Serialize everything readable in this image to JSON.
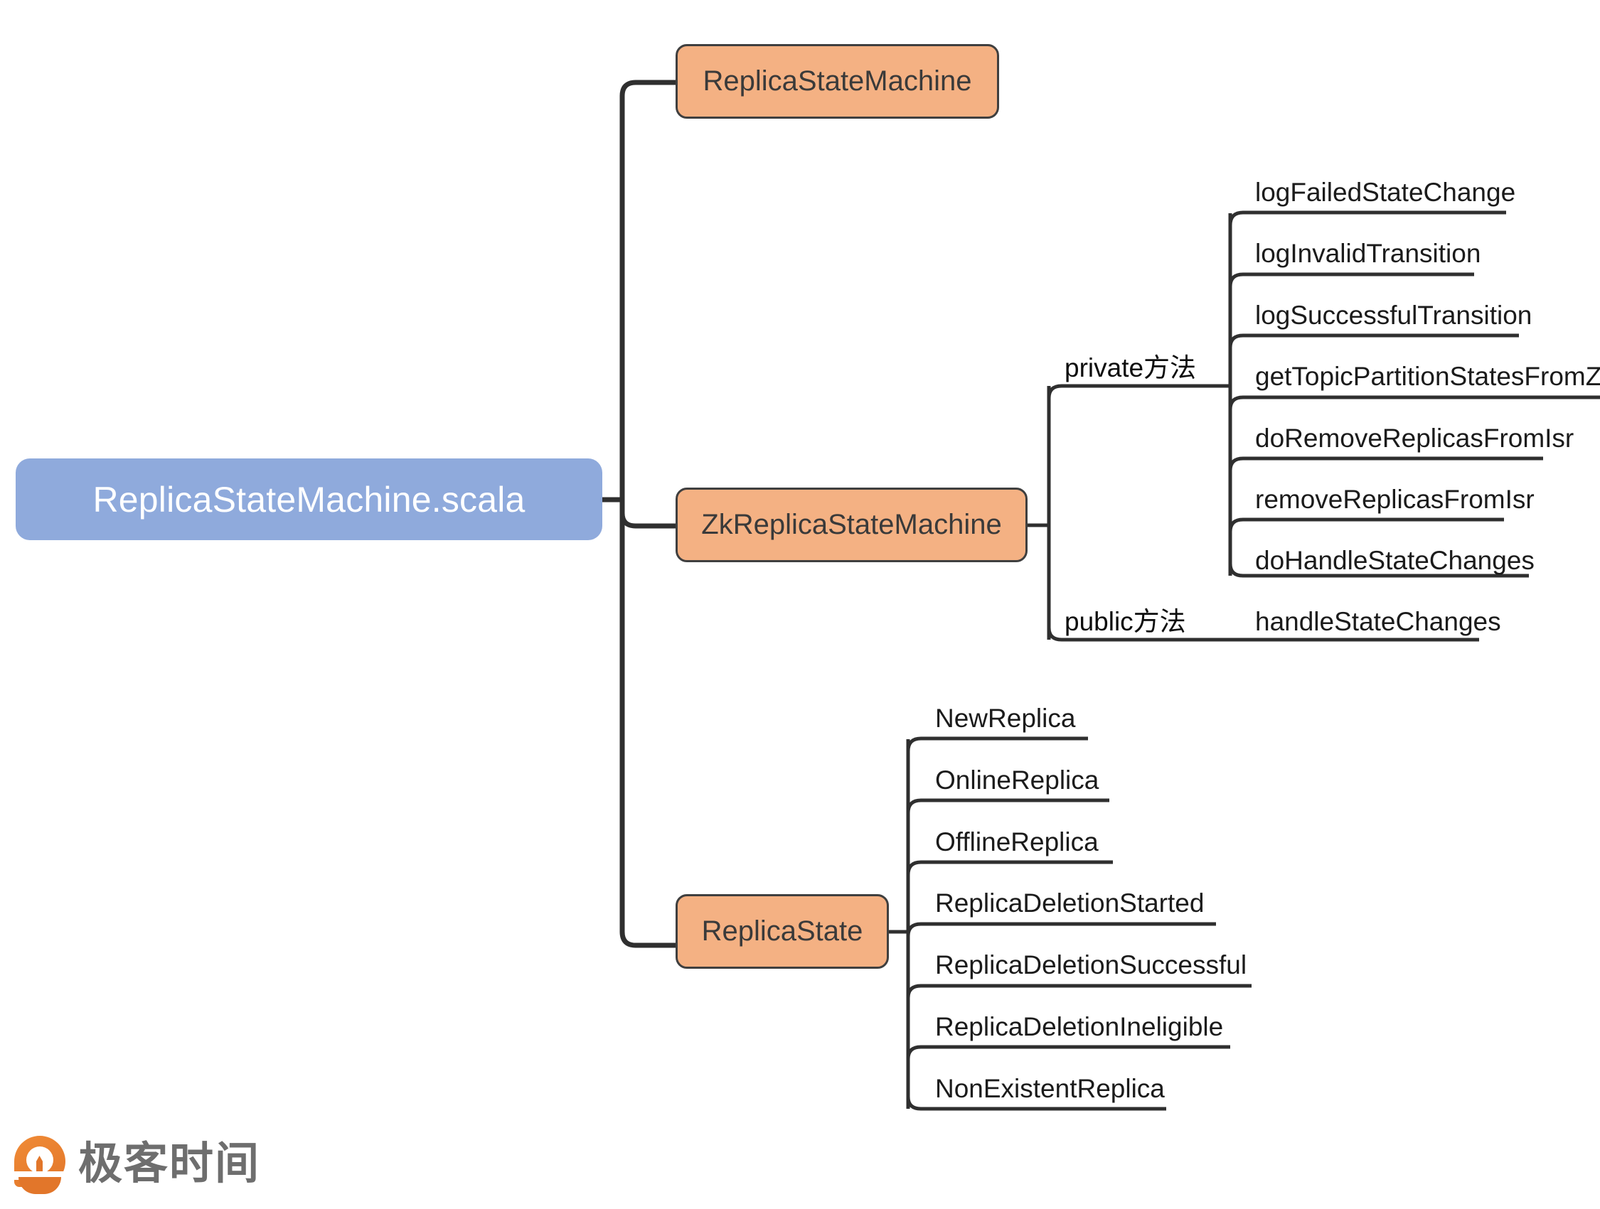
{
  "diagram": {
    "type": "mindmap",
    "root": {
      "label": "ReplicaStateMachine.scala",
      "color": "#8FAADC",
      "text_color": "#FFFFFF"
    },
    "branch_color": "#F4B183",
    "branch_border": "#3F3F3F",
    "branches": [
      {
        "id": "replicastatemachine",
        "label": "ReplicaStateMachine",
        "categories": []
      },
      {
        "id": "zkreplicastatemachine",
        "label": "ZkReplicaStateMachine",
        "categories": [
          {
            "label": "private方法",
            "items": [
              "logFailedStateChange",
              "logInvalidTransition",
              "logSuccessfulTransition",
              "getTopicPartitionStatesFromZk",
              "doRemoveReplicasFromIsr",
              "removeReplicasFromIsr",
              "doHandleStateChanges"
            ]
          },
          {
            "label": "public方法",
            "items": [
              "handleStateChanges"
            ]
          }
        ]
      },
      {
        "id": "replicastate",
        "label": "ReplicaState",
        "categories": [
          {
            "label": "",
            "items": [
              "NewReplica",
              "OnlineReplica",
              "OfflineReplica",
              "ReplicaDeletionStarted",
              "ReplicaDeletionSuccessful",
              "ReplicaDeletionIneligible",
              "NonExistentReplica"
            ]
          }
        ]
      }
    ]
  },
  "logo": {
    "wordmark": "极客时间",
    "mark_color": "#E2762A"
  }
}
